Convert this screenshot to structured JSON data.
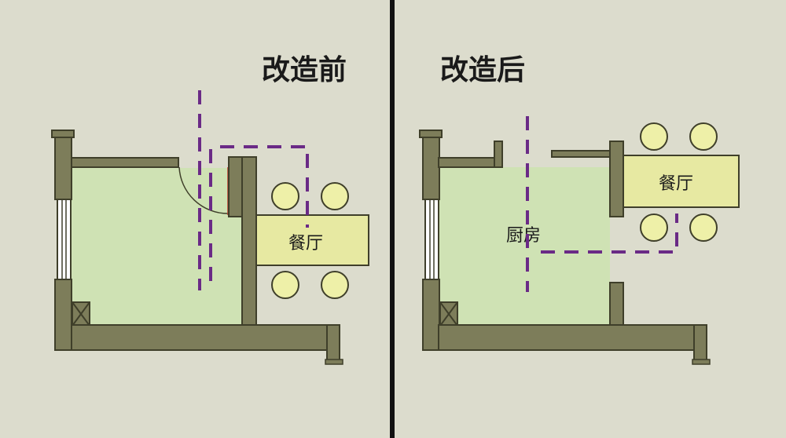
{
  "panels": {
    "before": {
      "title": "改造前",
      "dining_label": "餐厅"
    },
    "after": {
      "title": "改造后",
      "kitchen_label": "厨房",
      "dining_label": "餐厅"
    }
  },
  "colors": {
    "background": "#dcdccd",
    "wall": "#7d7d5a",
    "wall_stroke": "#3f3f2a",
    "floor": "#cfe2b4",
    "table": "#e7e9a2",
    "chair": "#eef0a8",
    "dashed_line": "#6a2a86",
    "divider": "#111111"
  }
}
